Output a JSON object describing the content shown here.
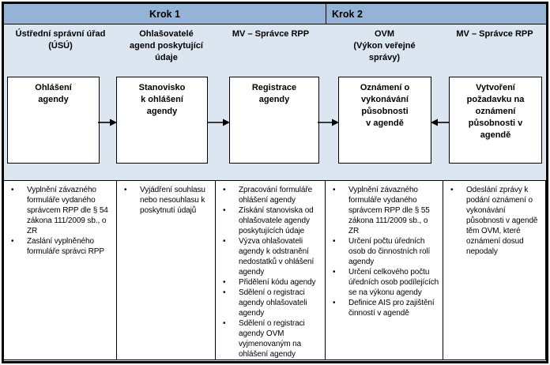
{
  "header": {
    "krok1": "Krok 1",
    "krok2": "Krok 2"
  },
  "colors": {
    "header_band_blue": "#95B3D7",
    "panel_light_blue": "#DCE6F1",
    "box_fill": "#FFFFFF",
    "border": "#000000"
  },
  "bullet_icon": "•",
  "flow": {
    "arrow_directions": [
      "right",
      "right",
      "right",
      "left"
    ]
  },
  "columns": [
    {
      "title": "Ústřední správní úřad\n(ÚSÚ)",
      "box": "Ohlášení\nagendy",
      "bullets": [
        "Vyplnění závazného formuláře vydaného správcem RPP dle § 54 zákona 111/2009 sb., o ZR",
        "Zaslání vyplněného formuláře správci RPP"
      ]
    },
    {
      "title": "Ohlašovatelé\nagend poskytující\núdaje",
      "box": "Stanovisko\nk ohlášení\nagendy",
      "bullets": [
        "Vyjádření souhlasu nebo nesouhlasu k poskytnutí údajů"
      ]
    },
    {
      "title": "MV – Správce RPP",
      "box": "Registrace\nagendy",
      "bullets": [
        "Zpracování formuláře ohlášení agendy",
        "Získání stanoviska od ohlašovatele agendy poskytujících údaje",
        "Výzva ohlašovateli agendy k odstranění nedostatků v ohlášení agendy",
        "Přidělení kódu agendy",
        "Sdělení o registraci agendy ohlašovateli agendy",
        "Sdělení o registraci agendy OVM vyjmenovaným na ohlášení agendy"
      ]
    },
    {
      "title": "OVM\n(Výkon veřejné\nsprávy)",
      "box": "Oznámení o\nvykonávání\npůsobnosti\nv agendě",
      "bullets": [
        "Vyplnění závazného formuláře vydaného správcem RPP dle § 55 zákona 111/2009 sb., o ZR",
        "Určení počtu úředních osob do činnostních rolí agendy",
        "Určení celkového počtu úředních osob podílejících se na výkonu agendy",
        "Definice AIS pro zajištění činností v agendě"
      ]
    },
    {
      "title": "MV – Správce RPP",
      "box": "Vytvoření\npožadavku na\noznámení\npůsobnosti v\nagendě",
      "bullets": [
        "Odeslání zprávy k podání oznámení o vykonávání působnosti v agendě těm OVM, které oznámení dosud nepodaly"
      ]
    }
  ]
}
